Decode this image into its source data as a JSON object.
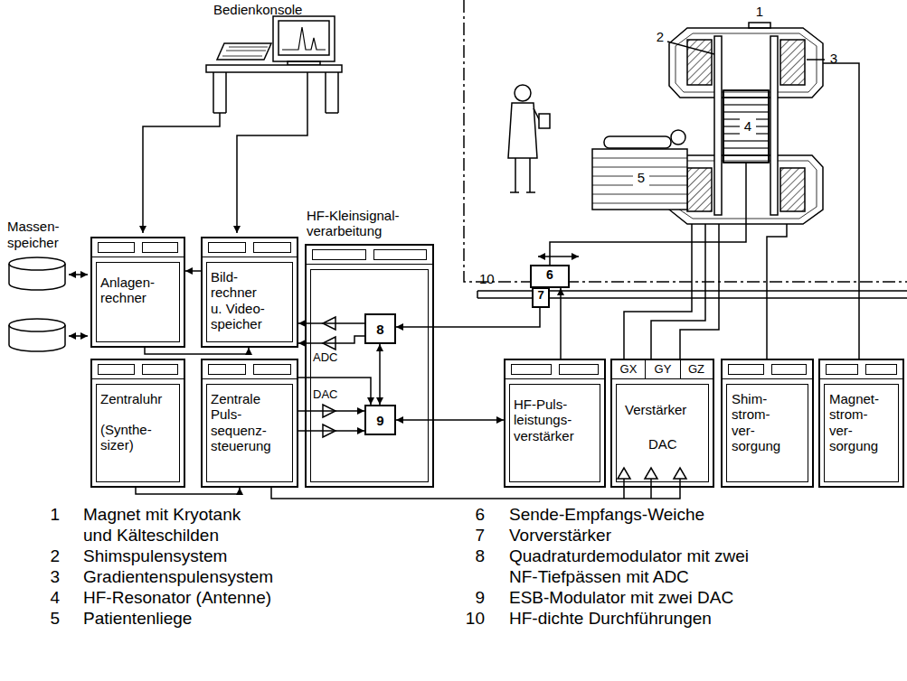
{
  "diagram": {
    "nodes": [
      {
        "text": [
          "Anlagen- rechner"
        ]
      },
      {
        "text": [
          "Bild- rechner u. Video- speicher"
        ]
      },
      {
        "text": [
          "HF-Kleinsignal- verarbeitung"
        ]
      },
      {
        "text": [
          "8"
        ],
        "in": 2
      },
      {
        "text": [
          "9"
        ],
        "in": 2
      },
      {
        "text": [
          "Zentraluhr",
          "(Synthe- sizer)"
        ]
      },
      {
        "text": [
          "Zentrale Puls- sequenz- steuerung"
        ]
      },
      {
        "text": [
          "HF-Puls- leistungs- verstärker"
        ]
      },
      {
        "text": [
          "Verstärker",
          "DAC"
        ]
      },
      {
        "text": [
          "Shim- strom- ver- sorgung"
        ]
      },
      {
        "text": [
          "Magnet- strom- ver- sorgung"
        ]
      },
      {
        "text": [
          "6"
        ]
      },
      {
        "text": [
          "7"
        ]
      }
    ],
    "edges": [
      {
        "from": 1,
        "to": 0,
        "arrow": "to"
      },
      {
        "from": 3,
        "to": 1,
        "arrow": "to"
      },
      {
        "from": 3,
        "to": 1,
        "arrow": "to"
      },
      {
        "from": 3,
        "to": 4,
        "arrow": "both"
      },
      {
        "from": 6,
        "to": 4,
        "arrow": "to"
      },
      {
        "from": 6,
        "to": 4,
        "arrow": "to"
      },
      {
        "from": 6,
        "to": 4,
        "arrow": "to"
      },
      {
        "from": 0,
        "to": 1,
        "arrow": "to"
      },
      {
        "from": 5,
        "to": 6,
        "arrow": "to"
      },
      {
        "from": 6,
        "to": 8,
        "arrow": "none"
      },
      {
        "from": 4,
        "to": 7,
        "arrow": "both"
      },
      {
        "from": 7,
        "to": 11,
        "arrow": "to"
      },
      {
        "from": 11,
        "to": 12,
        "arrow": "none"
      },
      {
        "from": 12,
        "to": 3,
        "arrow": "to"
      }
    ],
    "labels": [
      "Bedienkonsole",
      "Massen- speicher",
      "ADC",
      "DAC",
      "GX",
      "GY",
      "GZ",
      "1",
      "2",
      "3",
      "4",
      "5",
      "10",
      "1",
      "Magnet mit Kryotank und Kälteschilden",
      "2",
      "Shimspulensystem",
      "3",
      "Gradientenspulensystem",
      "4",
      "HF-Resonator (Antenne)",
      "5",
      "Patientenliege",
      "6",
      "Sende-Empfangs-Weiche",
      "7",
      "Vorverstärker",
      "8",
      "Quadraturdemodulator mit zwei NF-Tiefpässen mit ADC",
      "9",
      "ESB-Modulator mit zwei DAC",
      "10",
      "HF-dichte Durchführungen"
    ]
  }
}
